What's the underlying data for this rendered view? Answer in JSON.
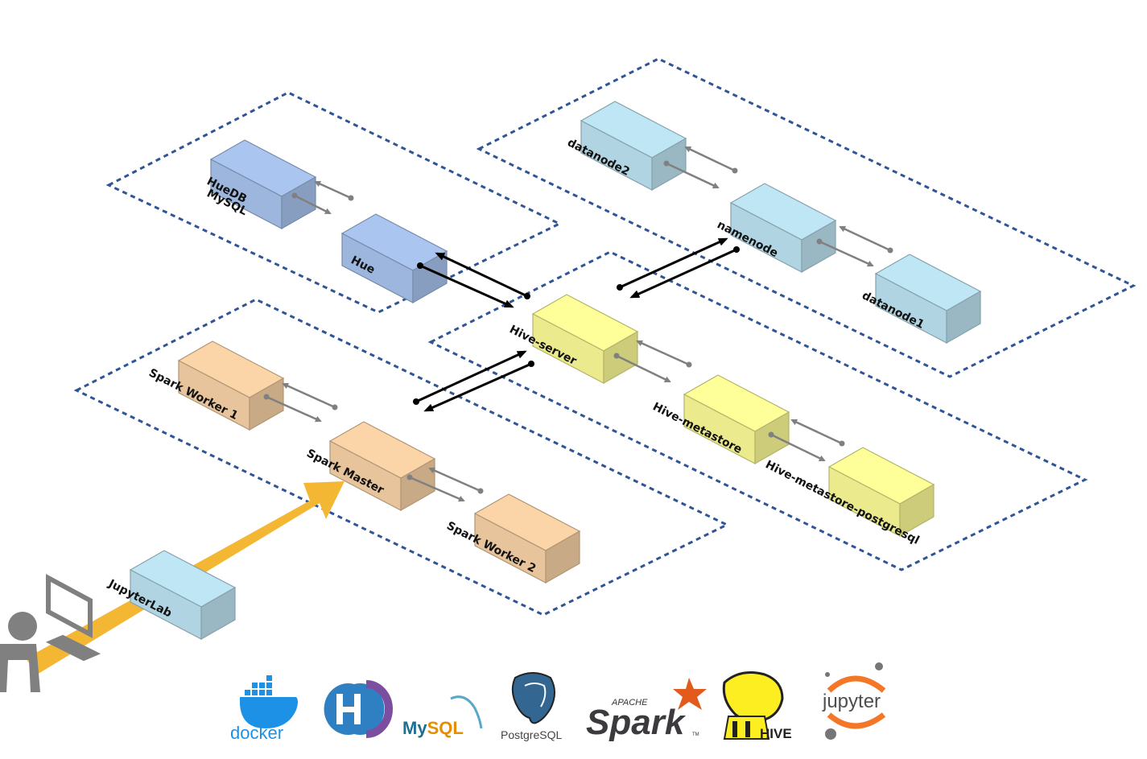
{
  "nodes": {
    "huedb": {
      "line1": "HueDB",
      "line2": "MySQL",
      "color": "#aac6f0"
    },
    "hue": {
      "label": "Hue",
      "color": "#aac6f0"
    },
    "datanode2": {
      "label": "datanode2",
      "color": "#bfe6f5"
    },
    "namenode": {
      "label": "namenode",
      "color": "#bfe6f5"
    },
    "datanode1": {
      "label": "datanode1",
      "color": "#bfe6f5"
    },
    "hive_server": {
      "label": "Hive-server",
      "color": "#ffff99"
    },
    "hive_metastore": {
      "label": "Hive-metastore",
      "color": "#ffff99"
    },
    "hive_metastore_pg": {
      "label": "Hive-metastore-postgresql",
      "color": "#ffff99"
    },
    "spark_worker_1": {
      "label": "Spark Worker 1",
      "color": "#fbd5a8"
    },
    "spark_master": {
      "label": "Spark Master",
      "color": "#fbd5a8"
    },
    "spark_worker_2": {
      "label": "Spark Worker 2",
      "color": "#fbd5a8"
    },
    "jupyterlab": {
      "label": "JupyterLab",
      "color": "#bfe6f5"
    }
  },
  "logos": {
    "docker": "docker",
    "mysql_my": "My",
    "mysql_sql": "SQL",
    "postgresql": "PostgreSQL",
    "spark_apache": "APACHE",
    "spark": "Spark",
    "spark_tm": "TM",
    "hive": "HIVE",
    "jupyter": "jupyter"
  },
  "colors": {
    "group_border": "#2f5597",
    "arrow_gray": "#808080",
    "arrow_black": "#000000",
    "user_arrow": "#f4b733"
  }
}
